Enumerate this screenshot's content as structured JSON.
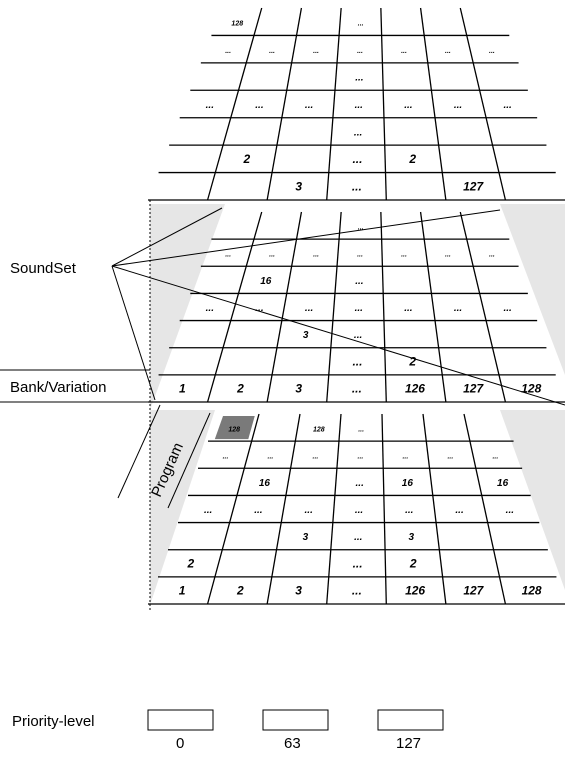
{
  "labels": {
    "soundset": "SoundSet",
    "bank_variation": "Bank/Variation",
    "program": "Program",
    "priority_level": "Priority-level"
  },
  "priority": {
    "values": [
      "0",
      "63",
      "127"
    ]
  },
  "layers": {
    "top": {
      "rows": [
        [
          "128",
          "",
          "",
          "...",
          "",
          "",
          ""
        ],
        [
          "...",
          "...",
          "...",
          "...",
          "...",
          "...",
          "..."
        ],
        [
          "",
          "",
          "",
          "...",
          "",
          "",
          ""
        ],
        [
          "...",
          "...",
          "...",
          "...",
          "...",
          "...",
          "..."
        ],
        [
          "",
          "",
          "",
          "...",
          "",
          "",
          ""
        ],
        [
          "",
          "2",
          "",
          "...",
          "2",
          "",
          ""
        ],
        [
          "",
          "",
          "3",
          "...",
          "",
          "127",
          ""
        ]
      ]
    },
    "middle": {
      "rows": [
        [
          "",
          "",
          "",
          "...",
          "",
          "",
          ""
        ],
        [
          "...",
          "...",
          "...",
          "...",
          "...",
          "...",
          "..."
        ],
        [
          "",
          "16",
          "",
          "...",
          "",
          "",
          ""
        ],
        [
          "...",
          "...",
          "...",
          "...",
          "...",
          "...",
          "..."
        ],
        [
          "",
          "",
          "3",
          "...",
          "",
          "",
          ""
        ],
        [
          "",
          "",
          "",
          "...",
          "2",
          "",
          ""
        ],
        [
          "1",
          "2",
          "3",
          "...",
          "126",
          "127",
          "128"
        ]
      ]
    },
    "bottom": {
      "rows": [
        [
          "128",
          "",
          "128",
          "...",
          "",
          "",
          ""
        ],
        [
          "...",
          "...",
          "...",
          "...",
          "...",
          "...",
          "..."
        ],
        [
          "",
          "16",
          "",
          "...",
          "16",
          "",
          "16"
        ],
        [
          "...",
          "...",
          "...",
          "...",
          "...",
          "...",
          "..."
        ],
        [
          "",
          "",
          "3",
          "...",
          "3",
          "",
          ""
        ],
        [
          "2",
          "",
          "",
          "...",
          "2",
          "",
          ""
        ],
        [
          "1",
          "2",
          "3",
          "...",
          "126",
          "127",
          "128"
        ]
      ]
    }
  },
  "colors": {
    "shade": "#e6e6e6",
    "highlight": "#7a7a7a"
  }
}
